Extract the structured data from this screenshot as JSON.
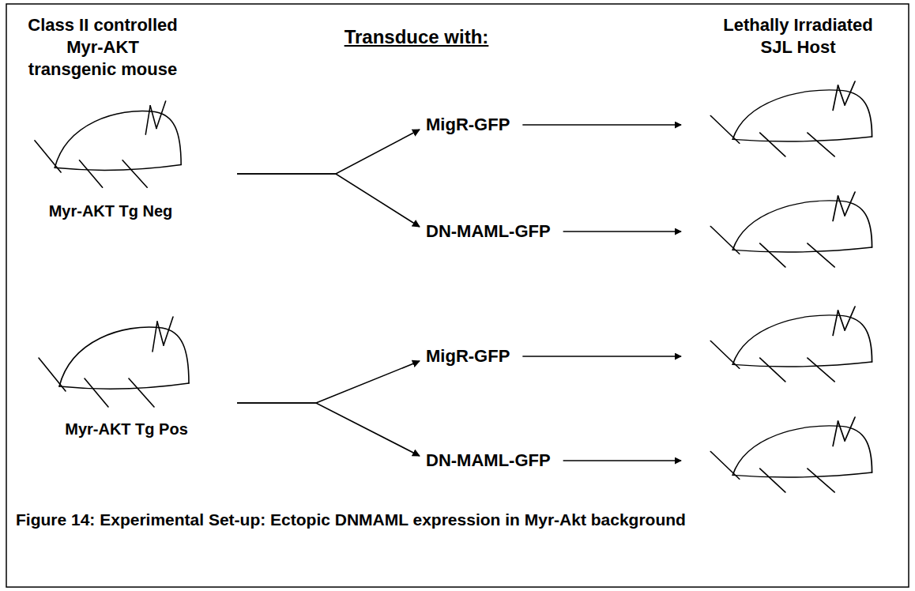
{
  "diagram": {
    "caption": "Figure 14: Experimental Set-up: Ectopic DNMAML expression in Myr-Akt background",
    "nodes": [
      {
        "text": [
          "Myr-AKT Tg Neg"
        ]
      },
      {
        "text": [
          "MigR-GFP"
        ]
      },
      {
        "text": [
          "DN-MAML-GFP"
        ]
      },
      {
        "text": [
          "Myr-AKT Tg Pos"
        ]
      },
      {
        "text": [
          "MigR-GFP"
        ]
      },
      {
        "text": [
          "DN-MAML-GFP"
        ]
      }
    ],
    "edges": [
      {
        "from": 0,
        "to": 1,
        "arrow": "to"
      },
      {
        "from": 0,
        "to": 2,
        "arrow": "to"
      },
      {
        "from": 3,
        "to": 4,
        "arrow": "to"
      },
      {
        "from": 3,
        "to": 5,
        "arrow": "to"
      }
    ],
    "labels": [
      "Class II controlled Myr-AKT transgenic mouse",
      "Transduce with:",
      "Lethally Irradiated SJL Host"
    ]
  }
}
